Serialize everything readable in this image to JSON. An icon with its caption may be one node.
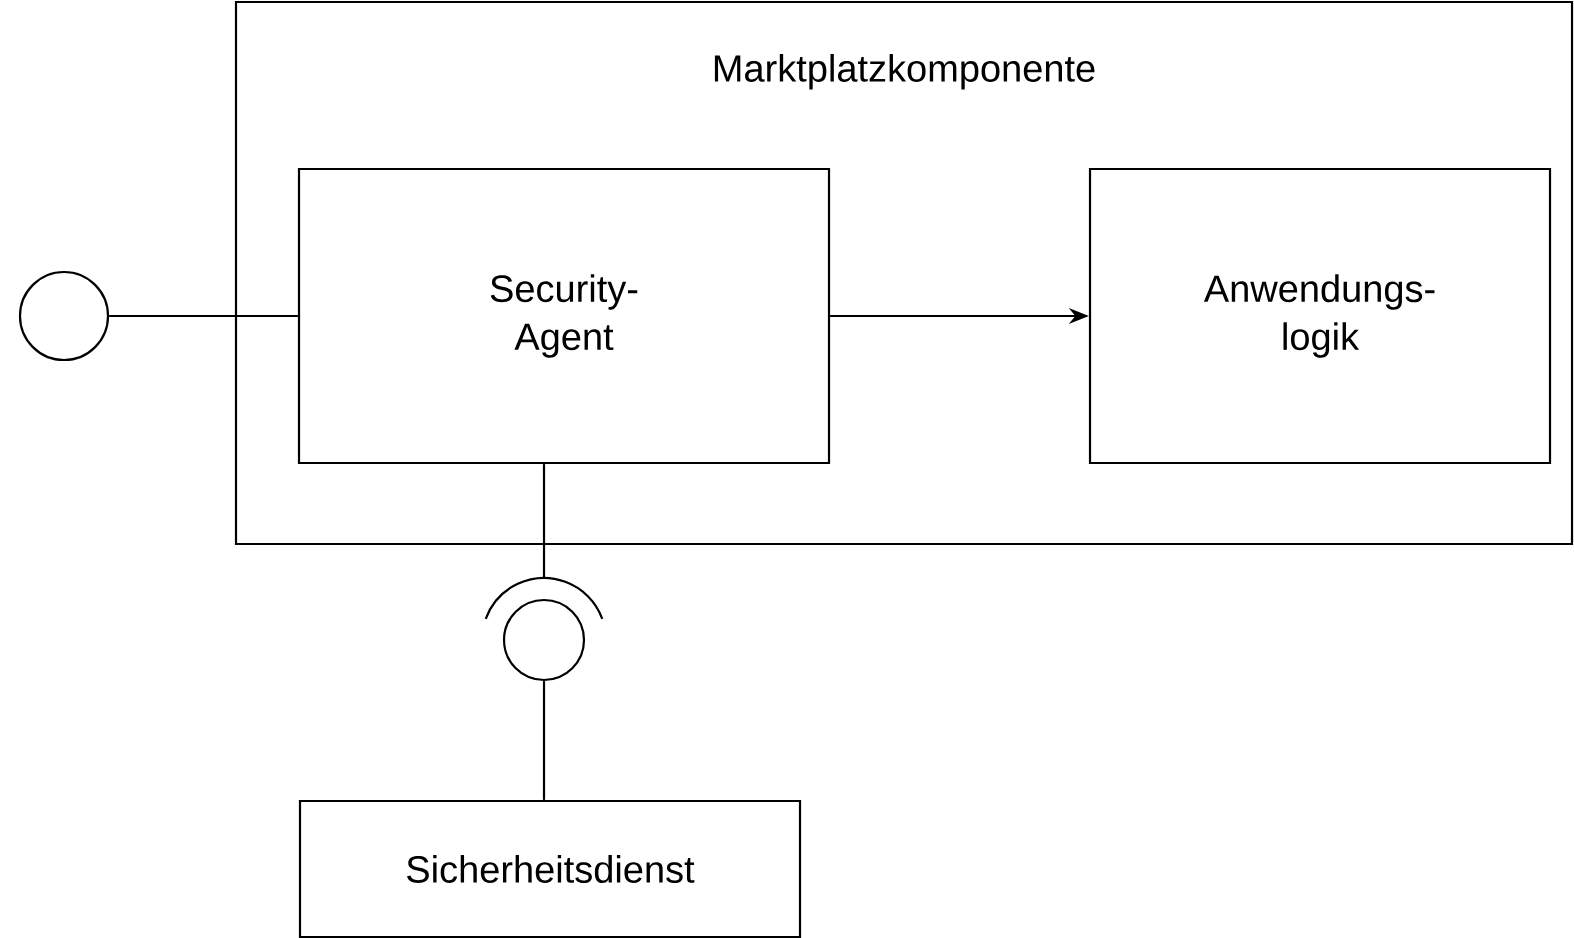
{
  "diagram": {
    "nodes": [
      {
        "text": [
          "Marktplatzkomponente"
        ]
      },
      {
        "text": [
          "Security- Agent"
        ],
        "in": 0
      },
      {
        "text": [
          "Anwendungs- logik"
        ],
        "in": 0
      },
      {
        "text": [],
        "shape": "circle"
      },
      {
        "text": [],
        "shape": "circle"
      },
      {
        "text": [
          "Sicherheitsdienst"
        ]
      }
    ],
    "edges": [
      {
        "from": 3,
        "to": 1,
        "arrow": "none"
      },
      {
        "from": 1,
        "to": 2,
        "arrow": "to"
      },
      {
        "from": 1,
        "to": 4,
        "arrow": "none"
      },
      {
        "from": 5,
        "to": 4,
        "arrow": "none"
      }
    ]
  }
}
